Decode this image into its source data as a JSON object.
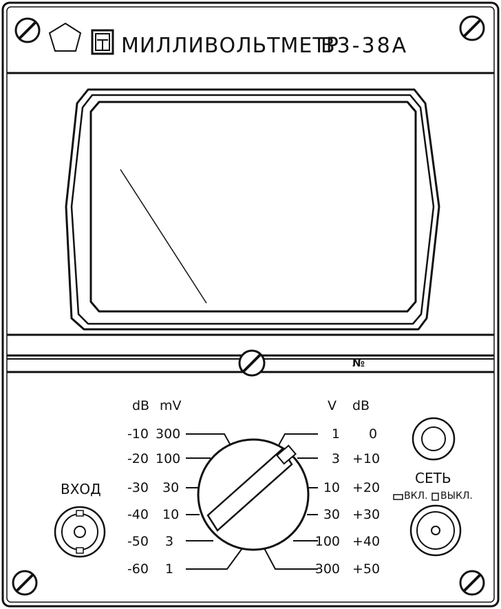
{
  "header": {
    "title": "МИЛЛИВОЛЬТМЕТР",
    "model": "В3-38А",
    "logo_icon": "quality-mark-icon",
    "emblem_icon": "pentagon-emblem-icon"
  },
  "meter": {
    "serial_label": "№"
  },
  "range_selector": {
    "left_headers": [
      "dB",
      "mV"
    ],
    "right_headers": [
      "V",
      "dB"
    ],
    "left_rows": [
      {
        "db": "-10",
        "mv": "300"
      },
      {
        "db": "-20",
        "mv": "100"
      },
      {
        "db": "-30",
        "mv": "30"
      },
      {
        "db": "-40",
        "mv": "10"
      },
      {
        "db": "-50",
        "mv": "3"
      },
      {
        "db": "-60",
        "mv": "1"
      }
    ],
    "right_rows": [
      {
        "v": "1",
        "db": "0"
      },
      {
        "v": "3",
        "db": "+10"
      },
      {
        "v": "10",
        "db": "+20"
      },
      {
        "v": "30",
        "db": "+30"
      },
      {
        "v": "100",
        "db": "+40"
      },
      {
        "v": "300",
        "db": "+50"
      }
    ]
  },
  "input": {
    "label": "ВХОД"
  },
  "power": {
    "label": "СЕТЬ",
    "on_label": "ВКЛ.",
    "off_label": "ВЫКЛ."
  }
}
